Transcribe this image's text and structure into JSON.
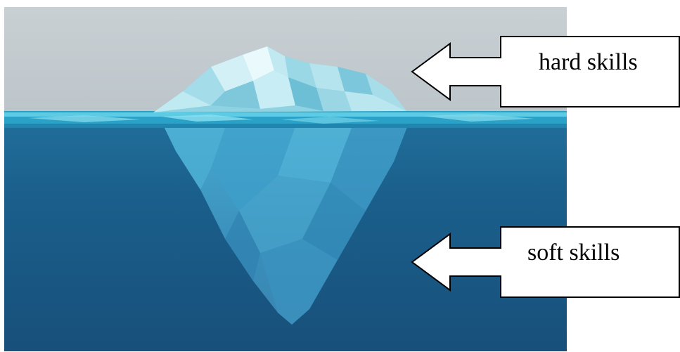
{
  "diagram": {
    "callouts": [
      {
        "id": "hard",
        "label": "hard skills"
      },
      {
        "id": "soft",
        "label": "soft skills"
      }
    ]
  },
  "colors": {
    "sky": "#c4ccd1",
    "water_surface": "#2fa7c9",
    "water_deep": "#1b5d8a",
    "ice_light": "#cdeef3",
    "ice_mid": "#8ad0e0",
    "ice_underwater": "#3a9cc4",
    "callout_fill": "#ffffff",
    "callout_stroke": "#000000"
  },
  "icons": {
    "arrow": "left-arrow-callout"
  }
}
